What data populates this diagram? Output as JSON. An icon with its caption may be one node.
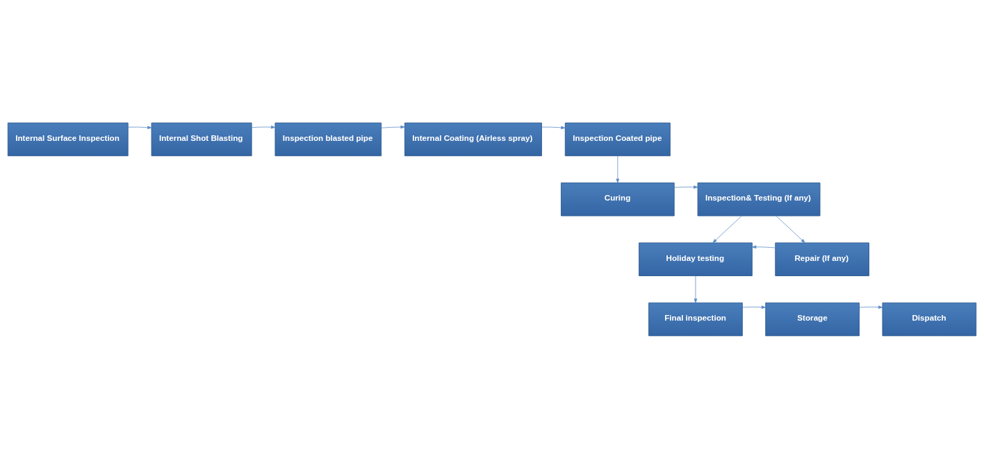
{
  "diagram": {
    "nodes": [
      {
        "text": [
          "Internal Surface Inspection"
        ]
      },
      {
        "text": [
          "Internal Shot Blasting"
        ]
      },
      {
        "text": [
          "Inspection blasted pipe"
        ]
      },
      {
        "text": [
          "Internal Coating (Airless spray)"
        ]
      },
      {
        "text": [
          "Inspection Coated pipe"
        ]
      },
      {
        "text": [
          "Inspection& Testing (If any)"
        ]
      },
      {
        "text": [
          "Curing"
        ]
      },
      {
        "text": [
          "Holiday testing"
        ]
      },
      {
        "text": [
          "Repair (If any)"
        ]
      },
      {
        "text": [
          "Final inspection"
        ]
      },
      {
        "text": [
          "Storage"
        ]
      },
      {
        "text": [
          "Dispatch"
        ]
      }
    ],
    "edges": [
      {
        "from": 0,
        "to": 1,
        "arrow": "to"
      },
      {
        "from": 1,
        "to": 2,
        "arrow": "to"
      },
      {
        "from": 2,
        "to": 3,
        "arrow": "to"
      },
      {
        "from": 3,
        "to": 4,
        "arrow": "to"
      },
      {
        "from": 4,
        "to": 6,
        "arrow": "to"
      },
      {
        "from": 6,
        "to": 5,
        "arrow": "to"
      },
      {
        "from": 5,
        "to": 7,
        "arrow": "to"
      },
      {
        "from": 5,
        "to": 8,
        "arrow": "to"
      },
      {
        "from": 8,
        "to": 7,
        "arrow": "to"
      },
      {
        "from": 7,
        "to": 9,
        "arrow": "to"
      },
      {
        "from": 9,
        "to": 10,
        "arrow": "to"
      },
      {
        "from": 10,
        "to": 11,
        "arrow": "to"
      }
    ]
  }
}
